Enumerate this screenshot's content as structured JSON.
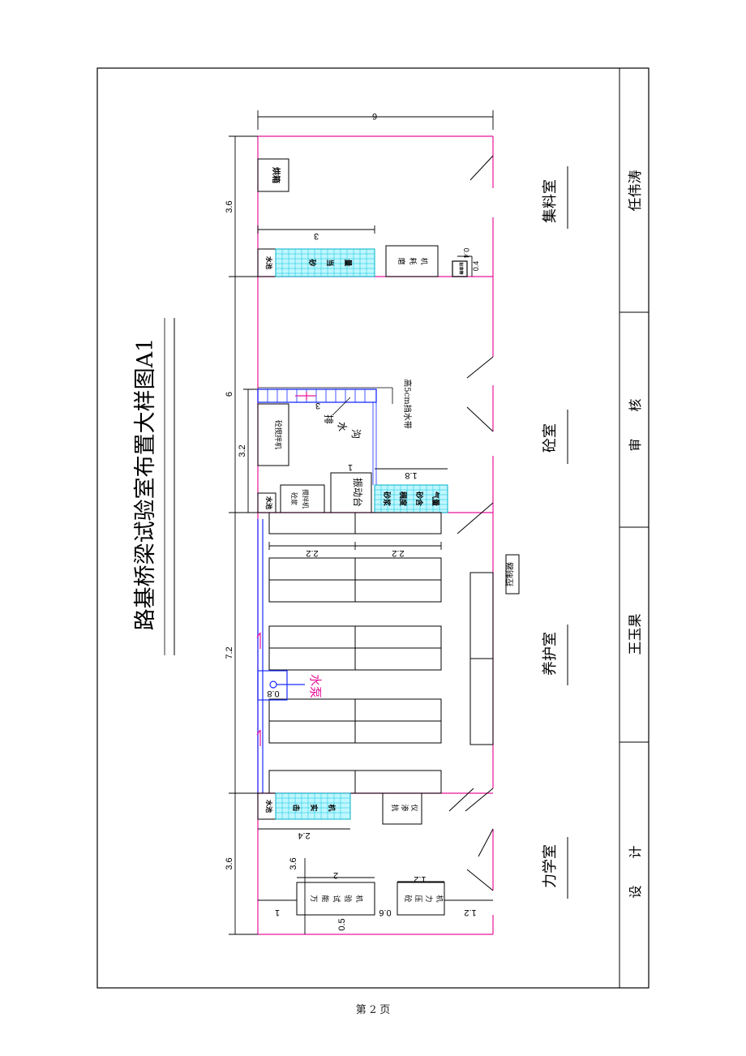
{
  "drawing": {
    "title": "路基桥梁试验室布置大样图A1",
    "rooms": {
      "aggregate": "集料室",
      "concrete": "砼室",
      "curing": "养护室",
      "mechanics": "力学室"
    },
    "equipment": {
      "oven": "烘箱",
      "water_a": "水池",
      "water_b": "水池",
      "water_c": "水池",
      "sand_equiv": [
        "砂",
        "当",
        "量"
      ],
      "abrasion": [
        "磨",
        "耗",
        "机"
      ],
      "sieve": "标准筛",
      "mixer": "砼搅拌机",
      "mortar_mixer": [
        "砼浆",
        "搅拌机"
      ],
      "vib_table": "振动台",
      "sand_content": [
        "砂浆",
        "稠度",
        "砂含",
        "气量"
      ],
      "drain": [
        "排",
        "水",
        "沟"
      ],
      "water_belt": "高5cm挡水带",
      "controller": "控制器",
      "pump": "水泵",
      "anti_seep": [
        "抗",
        "渗",
        "仪"
      ],
      "compactor": [
        "击",
        "实",
        "机"
      ],
      "universal": [
        "万",
        "能",
        "试",
        "验",
        "机"
      ],
      "press": [
        "砼",
        "压",
        "力",
        "机"
      ]
    },
    "dims": {
      "total_length": "6",
      "agg_height": "3.6",
      "agg_bench": "3",
      "conc_height": "6",
      "conc_sub": "3.2",
      "drain_len": "3",
      "vib_w": "1",
      "sand_w": "1.8",
      "cur_rack_a": "2.2",
      "cur_rack_b": "2.2",
      "curing_len": "7.2",
      "pump_w": "0.8",
      "mech_height": "3.6",
      "mech_bench": "2.4",
      "mech_inner": "3.6",
      "univ_w": "2",
      "press_w": "1.2",
      "left_off": "1",
      "gap1": "0.5",
      "gap2": "0.6",
      "door_w": "1.2",
      "sieve_a": "0.4",
      "sieve_b": "0.4"
    },
    "signature_block": {
      "label_design": "设 计",
      "label_review": "审 核",
      "name_design": "王玉果",
      "name_review": "任伟涛"
    }
  },
  "page": {
    "number_label": "第 2 页"
  }
}
